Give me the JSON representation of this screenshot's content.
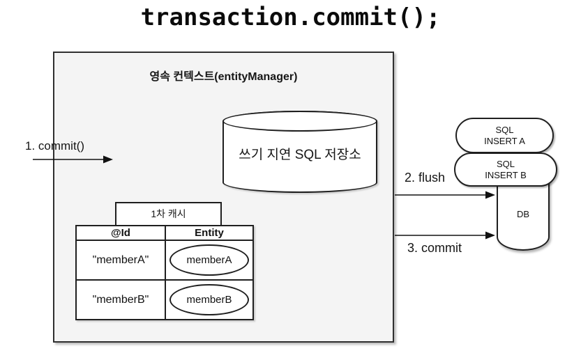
{
  "title": "transaction.commit();",
  "colors": {
    "box_fill": "#f4f4f4",
    "stroke": "#1f1f1f",
    "background": "#ffffff",
    "text": "#111111"
  },
  "persistence_context": {
    "label": "영속 컨텍스트(entityManager)"
  },
  "write_behind_store": {
    "label": "쓰기 지연 SQL 저장소"
  },
  "first_level_cache": {
    "tab_label": "1차 캐시",
    "columns": [
      "@Id",
      "Entity"
    ],
    "rows": [
      {
        "id": "\"memberA\"",
        "entity": "memberA"
      },
      {
        "id": "\"memberB\"",
        "entity": "memberB"
      }
    ]
  },
  "arrows": {
    "commit_in": "1. commit()",
    "flush": "2. flush",
    "commit_out": "3. commit"
  },
  "sql_queue": [
    {
      "line1": "SQL",
      "line2": "INSERT A"
    },
    {
      "line1": "SQL",
      "line2": "INSERT B"
    }
  ],
  "db": {
    "label": "DB"
  }
}
